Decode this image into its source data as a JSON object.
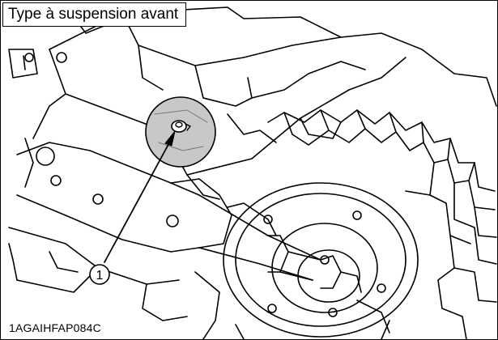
{
  "figure": {
    "title": "Type à suspension avant",
    "reference_code": "1AGAIHFAP084C"
  },
  "callouts": [
    {
      "number": "1"
    }
  ]
}
